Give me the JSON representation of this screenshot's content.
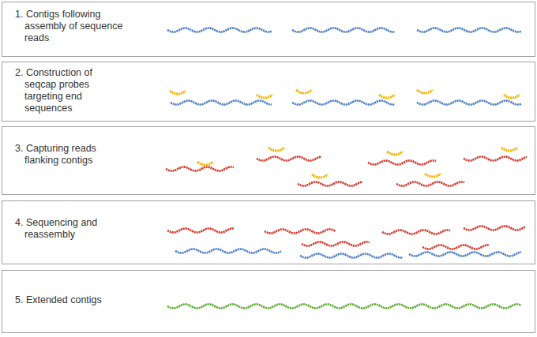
{
  "diagram": {
    "nodes": [
      {
        "text": [
          "1. Contigs following assembly of sequence reads"
        ]
      },
      {
        "text": [
          "2. Construction of seqcap probes targeting end sequences"
        ]
      },
      {
        "text": [
          "3. Capturing reads flanking contigs"
        ]
      },
      {
        "text": [
          "4. Sequencing and reassembly"
        ]
      },
      {
        "text": [
          "5. Extended contigs"
        ]
      }
    ]
  }
}
